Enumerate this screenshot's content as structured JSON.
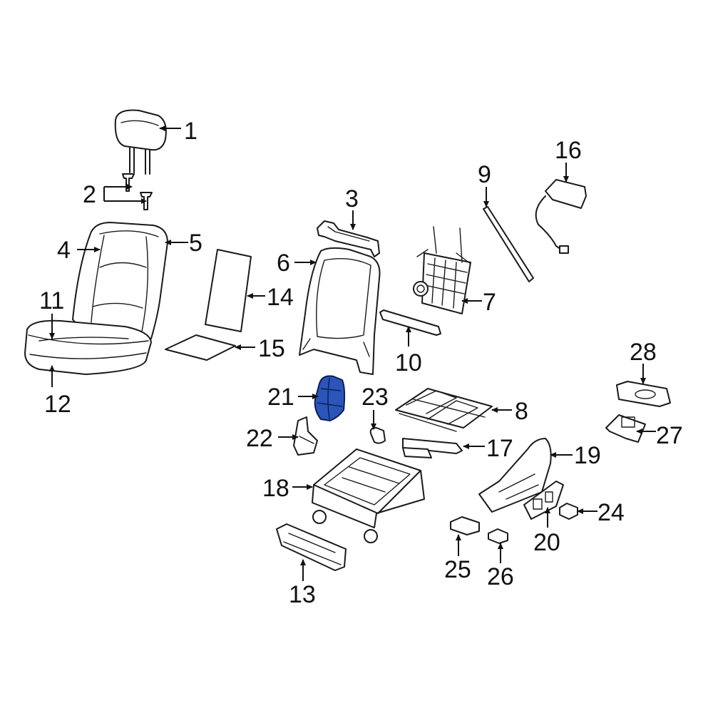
{
  "colors": {
    "highlight": "#2b55b8",
    "line": "#1a1a1a",
    "background": "#ffffff"
  },
  "callouts": [
    {
      "id": "1",
      "text": "1"
    },
    {
      "id": "2",
      "text": "2"
    },
    {
      "id": "3",
      "text": "3"
    },
    {
      "id": "4",
      "text": "4"
    },
    {
      "id": "5",
      "text": "5"
    },
    {
      "id": "6",
      "text": "6"
    },
    {
      "id": "7",
      "text": "7"
    },
    {
      "id": "8",
      "text": "8"
    },
    {
      "id": "9",
      "text": "9"
    },
    {
      "id": "10",
      "text": "10"
    },
    {
      "id": "11",
      "text": "11"
    },
    {
      "id": "12",
      "text": "12"
    },
    {
      "id": "13",
      "text": "13"
    },
    {
      "id": "14",
      "text": "14"
    },
    {
      "id": "15",
      "text": "15"
    },
    {
      "id": "16",
      "text": "16"
    },
    {
      "id": "17",
      "text": "17"
    },
    {
      "id": "18",
      "text": "18"
    },
    {
      "id": "19",
      "text": "19"
    },
    {
      "id": "20",
      "text": "20"
    },
    {
      "id": "21",
      "text": "21"
    },
    {
      "id": "22",
      "text": "22"
    },
    {
      "id": "23",
      "text": "23"
    },
    {
      "id": "24",
      "text": "24"
    },
    {
      "id": "25",
      "text": "25"
    },
    {
      "id": "26",
      "text": "26"
    },
    {
      "id": "27",
      "text": "27"
    },
    {
      "id": "28",
      "text": "28"
    }
  ],
  "highlighted_part": "21"
}
